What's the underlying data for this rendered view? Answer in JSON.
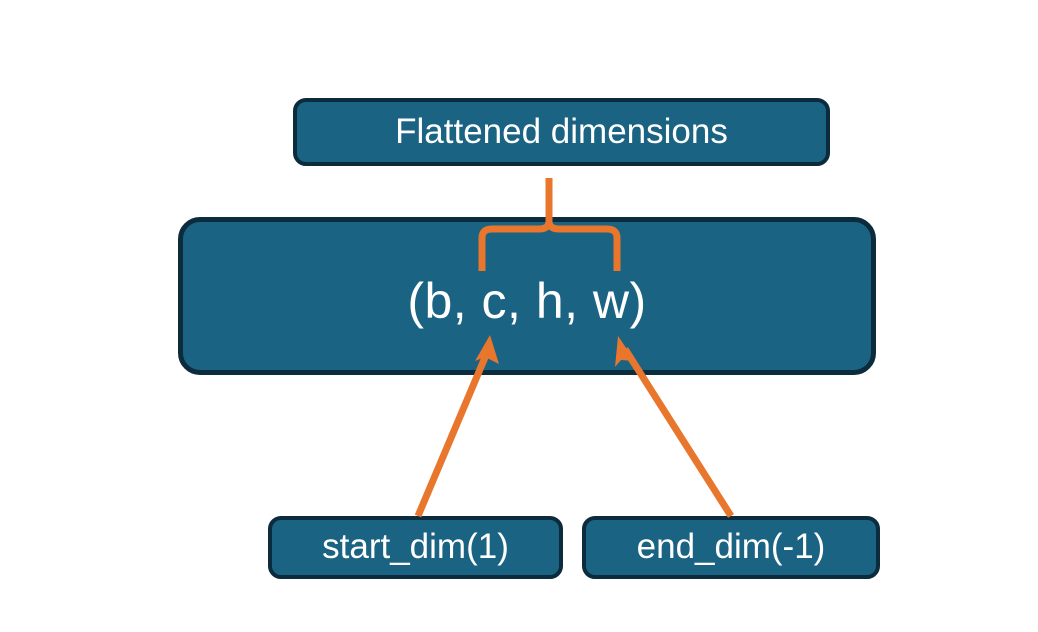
{
  "diagram": {
    "title_node": {
      "label": "Flattened dimensions"
    },
    "shape_node": {
      "label": "(b, c, h, w)"
    },
    "param_nodes": [
      {
        "label": "start_dim(1)"
      },
      {
        "label": "end_dim(-1)"
      }
    ],
    "connectors": [
      {
        "name": "brace-to-flattened",
        "kind": "curly-brace-with-stem",
        "from": "shape_node.dims.c_h_w",
        "to": "title_node"
      },
      {
        "name": "start-dim-arrow",
        "kind": "arrow",
        "from": "start_dim(1)",
        "to": "shape_node"
      },
      {
        "name": "end-dim-arrow",
        "kind": "arrow",
        "from": "end_dim(-1)",
        "to": "shape_node"
      }
    ],
    "colors": {
      "node_fill": "#1b6382",
      "node_border": "#0c2b3d",
      "node_text": "#ffffff",
      "connector": "#e8762c",
      "background": "#ffffff"
    }
  }
}
